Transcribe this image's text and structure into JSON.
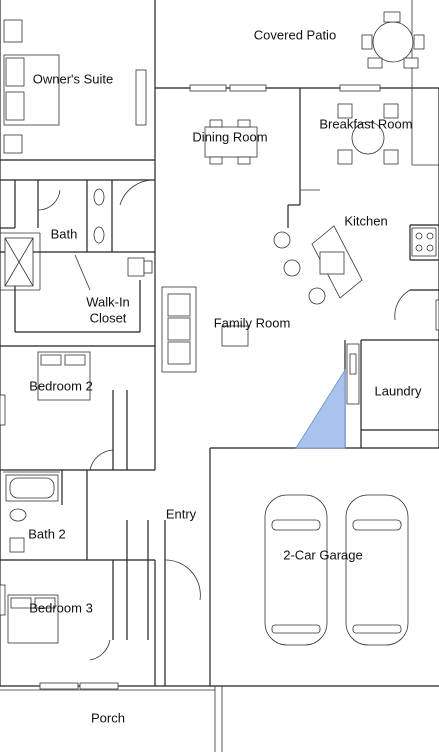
{
  "floor_plan": {
    "rooms": {
      "covered_patio": "Covered Patio",
      "owners_suite": "Owner's Suite",
      "dining_room": "Dining Room",
      "breakfast_room": "Breakfast Room",
      "kitchen": "Kitchen",
      "bath": "Bath",
      "walk_in_closet_line1": "Walk-In",
      "walk_in_closet_line2": "Closet",
      "family_room": "Family Room",
      "bedroom_2": "Bedroom 2",
      "laundry": "Laundry",
      "entry": "Entry",
      "bath_2": "Bath 2",
      "garage": "2-Car Garage",
      "bedroom_3": "Bedroom 3",
      "porch": "Porch"
    },
    "colors": {
      "wall": "#222222",
      "highlight": "#a9c3ef",
      "background": "#ffffff"
    }
  }
}
